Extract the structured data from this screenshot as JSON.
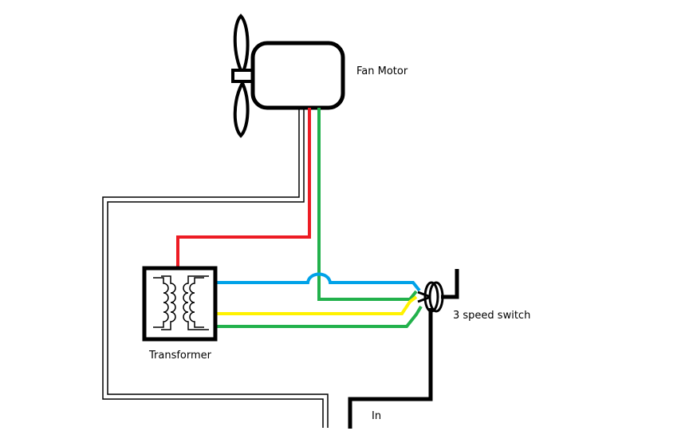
{
  "labels": {
    "fan_motor": "Fan Motor",
    "transformer": "Transformer",
    "switch": "3 speed switch",
    "input": "In"
  },
  "colors": {
    "red": "#ed1c24",
    "green": "#22b14c",
    "blue": "#00a2e8",
    "yellow": "#fff200",
    "black": "#000000"
  },
  "icons": [
    "fan-blade-icon",
    "motor-icon",
    "transformer-coil-icon",
    "switch-knob-icon"
  ]
}
